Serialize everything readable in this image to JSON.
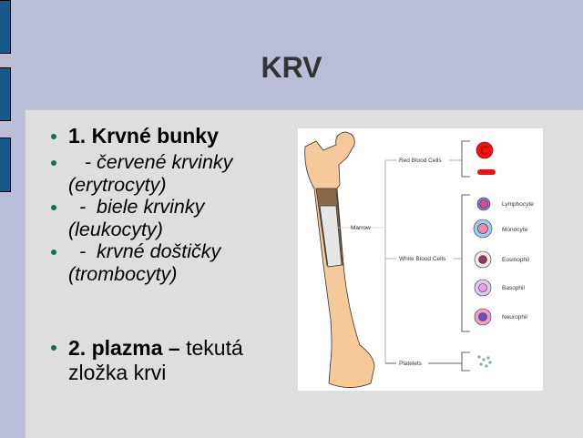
{
  "slide": {
    "title": "KRV",
    "bullets": [
      {
        "bold": "1. Krvné bunky"
      },
      {
        "text": "   - červené krvinky (erytrocyty)"
      },
      {
        "text": "  -  biele krvinky (leukocyty)"
      },
      {
        "text": "  -  krvné doštičky (trombocyty)"
      },
      {
        "bold": "2. plazma –",
        "text": " tekutá zložka krvi"
      }
    ]
  },
  "figure": {
    "labels": {
      "marrow": "Marrow",
      "rbc": "Red Blood Cells",
      "wbc": "White Blood Cells",
      "platelets": "Platelets"
    },
    "wbc_types": [
      "Lymphocyte",
      "Monocyte",
      "Eosinophil",
      "Basophil",
      "Neurophil"
    ]
  }
}
